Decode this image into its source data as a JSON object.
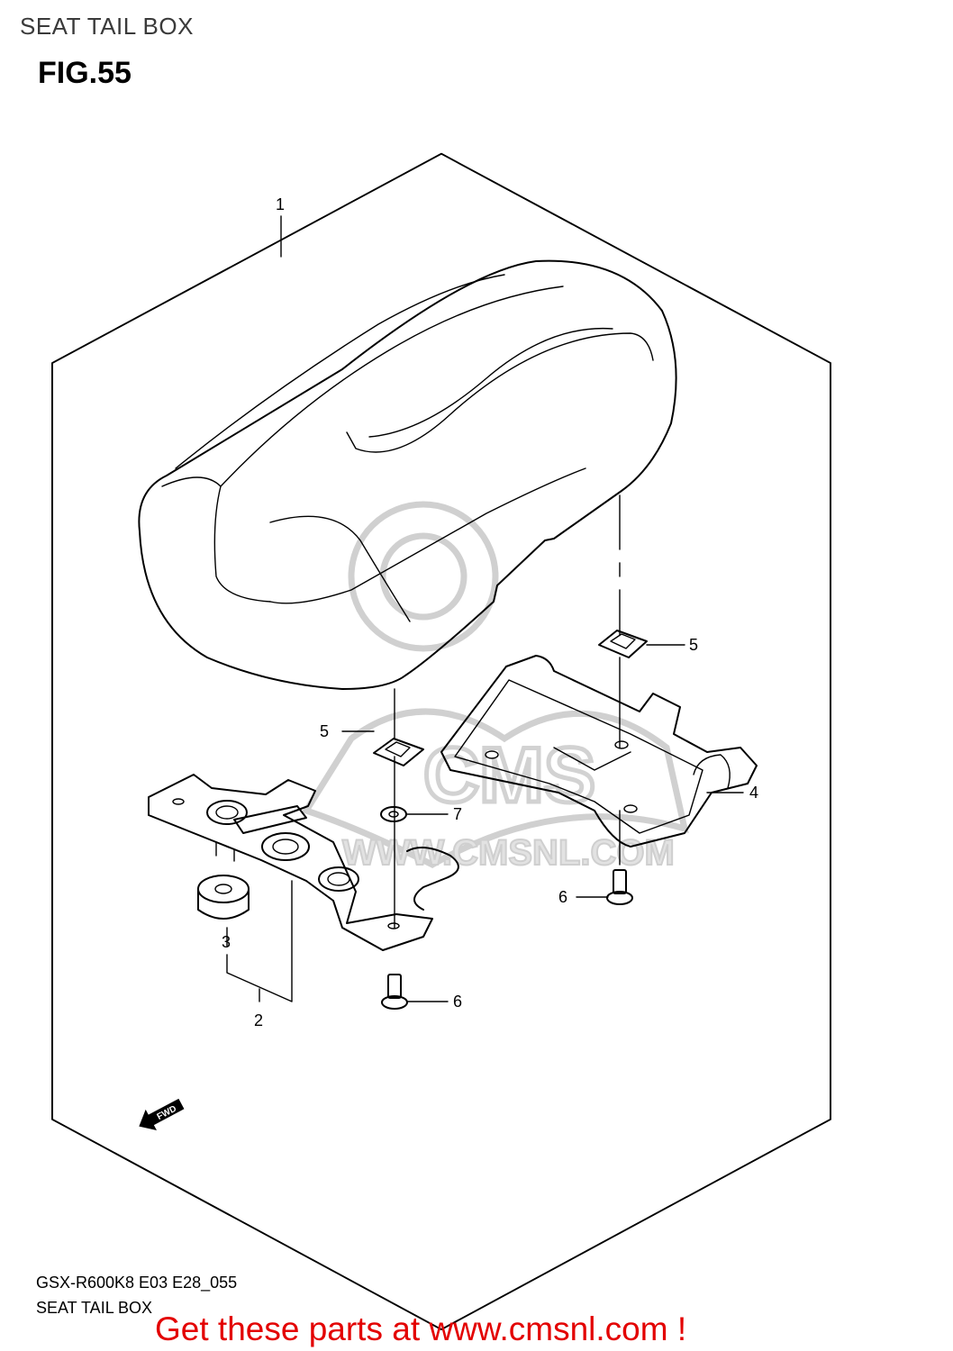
{
  "header": {
    "section_title": "SEAT TAIL BOX",
    "figure": "FIG.55"
  },
  "callouts": {
    "c1": "1",
    "c2": "2",
    "c3": "3",
    "c4": "4",
    "c5a": "5",
    "c5b": "5",
    "c6a": "6",
    "c6b": "6",
    "c7": "7"
  },
  "fwd_label": "FWD",
  "watermark": {
    "text": "WWW.CMSNL.COM",
    "brand": "CMS"
  },
  "footer": {
    "model_code": "GSX-R600K8 E03 E28_055",
    "caption": "SEAT TAIL BOX",
    "cta": "Get these parts at www.cmsnl.com !"
  }
}
